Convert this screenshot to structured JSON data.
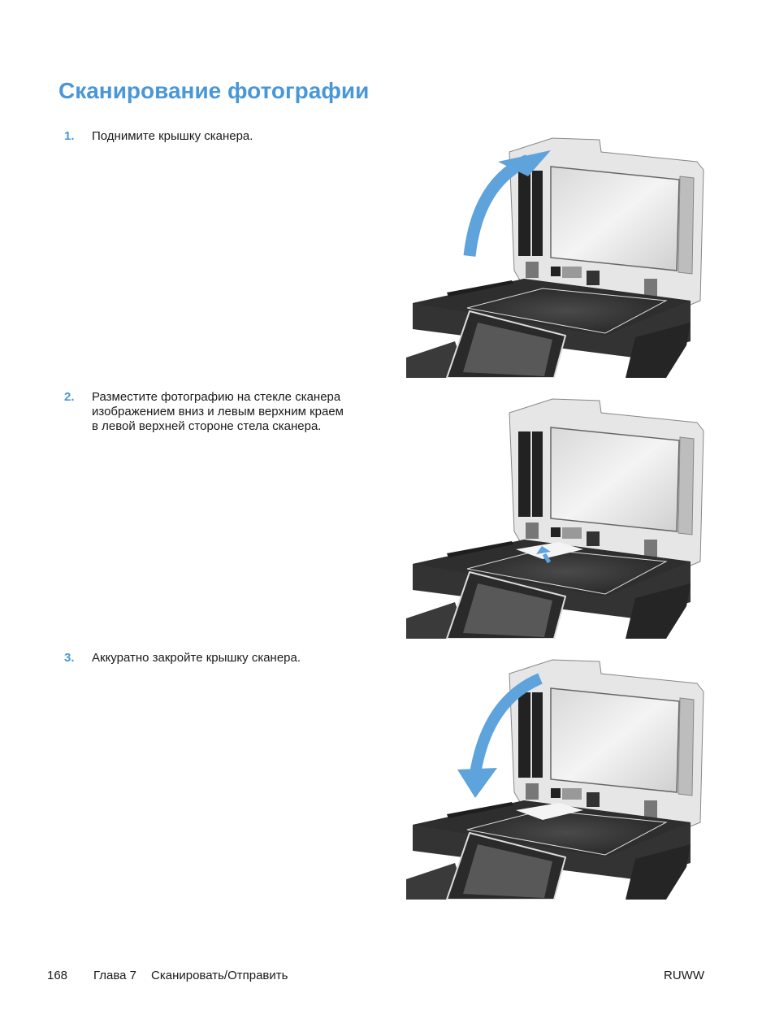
{
  "title": "Сканирование фотографии",
  "steps": [
    {
      "number": "1.",
      "text": "Поднимите крышку сканера."
    },
    {
      "number": "2.",
      "text": "Разместите фотографию на стекле сканера изображением вниз и левым верхним краем в левой верхней стороне стела сканера."
    },
    {
      "number": "3.",
      "text": "Аккуратно закройте крышку сканера."
    }
  ],
  "footer": {
    "page_number": "168",
    "chapter": "Глава 7",
    "section": "Сканировать/Отправить",
    "locale": "RUWW"
  },
  "colors": {
    "accent": "#4a97d8",
    "arrow": "#5ea3dc"
  }
}
